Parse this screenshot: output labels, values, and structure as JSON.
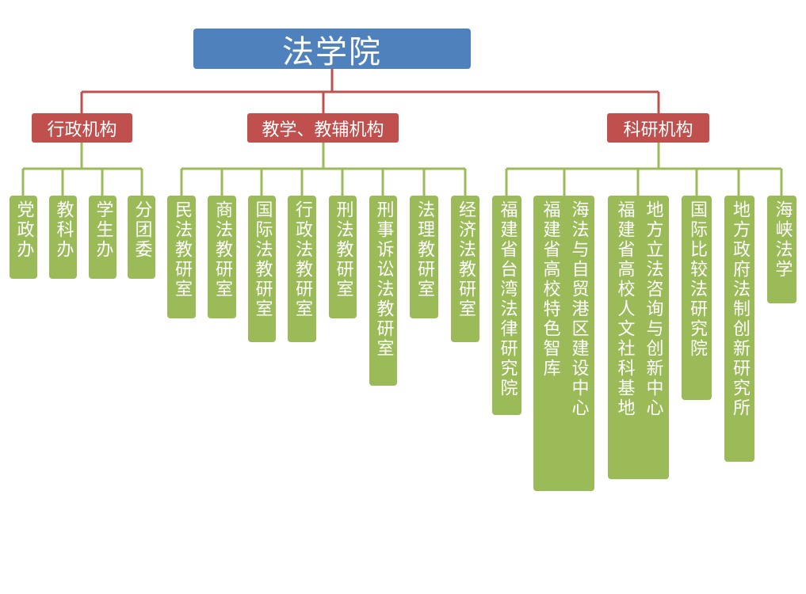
{
  "root": {
    "label": "法学院"
  },
  "categories": {
    "admin": {
      "label": "行政机构",
      "units": [
        {
          "lines": [
            "党政办"
          ]
        },
        {
          "lines": [
            "教科办"
          ]
        },
        {
          "lines": [
            "学生办"
          ]
        },
        {
          "lines": [
            "分团委"
          ]
        }
      ]
    },
    "teach": {
      "label": "教学、教辅机构",
      "units": [
        {
          "lines": [
            "民法教研室"
          ]
        },
        {
          "lines": [
            "商法教研室"
          ]
        },
        {
          "lines": [
            "国际法教研室"
          ]
        },
        {
          "lines": [
            "行政法教研室"
          ]
        },
        {
          "lines": [
            "刑法教研室"
          ]
        },
        {
          "lines": [
            "刑事诉讼法教研室"
          ]
        },
        {
          "lines": [
            "法理教研室"
          ]
        },
        {
          "lines": [
            "经济法教研室"
          ]
        }
      ]
    },
    "research": {
      "label": "科研机构",
      "units": [
        {
          "lines": [
            "福建省台湾法律研究院"
          ]
        },
        {
          "lines": [
            "海法与自贸港区建设中心",
            "福建省高校特色智库"
          ]
        },
        {
          "lines": [
            "地方立法咨询与创新中心",
            "福建省高校人文社科基地"
          ]
        },
        {
          "lines": [
            "国际比较法研究院"
          ]
        },
        {
          "lines": [
            "地方政府法制创新研究所"
          ]
        },
        {
          "lines": [
            "海峡法学"
          ]
        }
      ]
    }
  },
  "colors": {
    "root": "#4f81bd",
    "category": "#c0504d",
    "leaf": "#9bbb59",
    "root_connector": "#c0504d",
    "leaf_connector": "#9bbb59"
  }
}
